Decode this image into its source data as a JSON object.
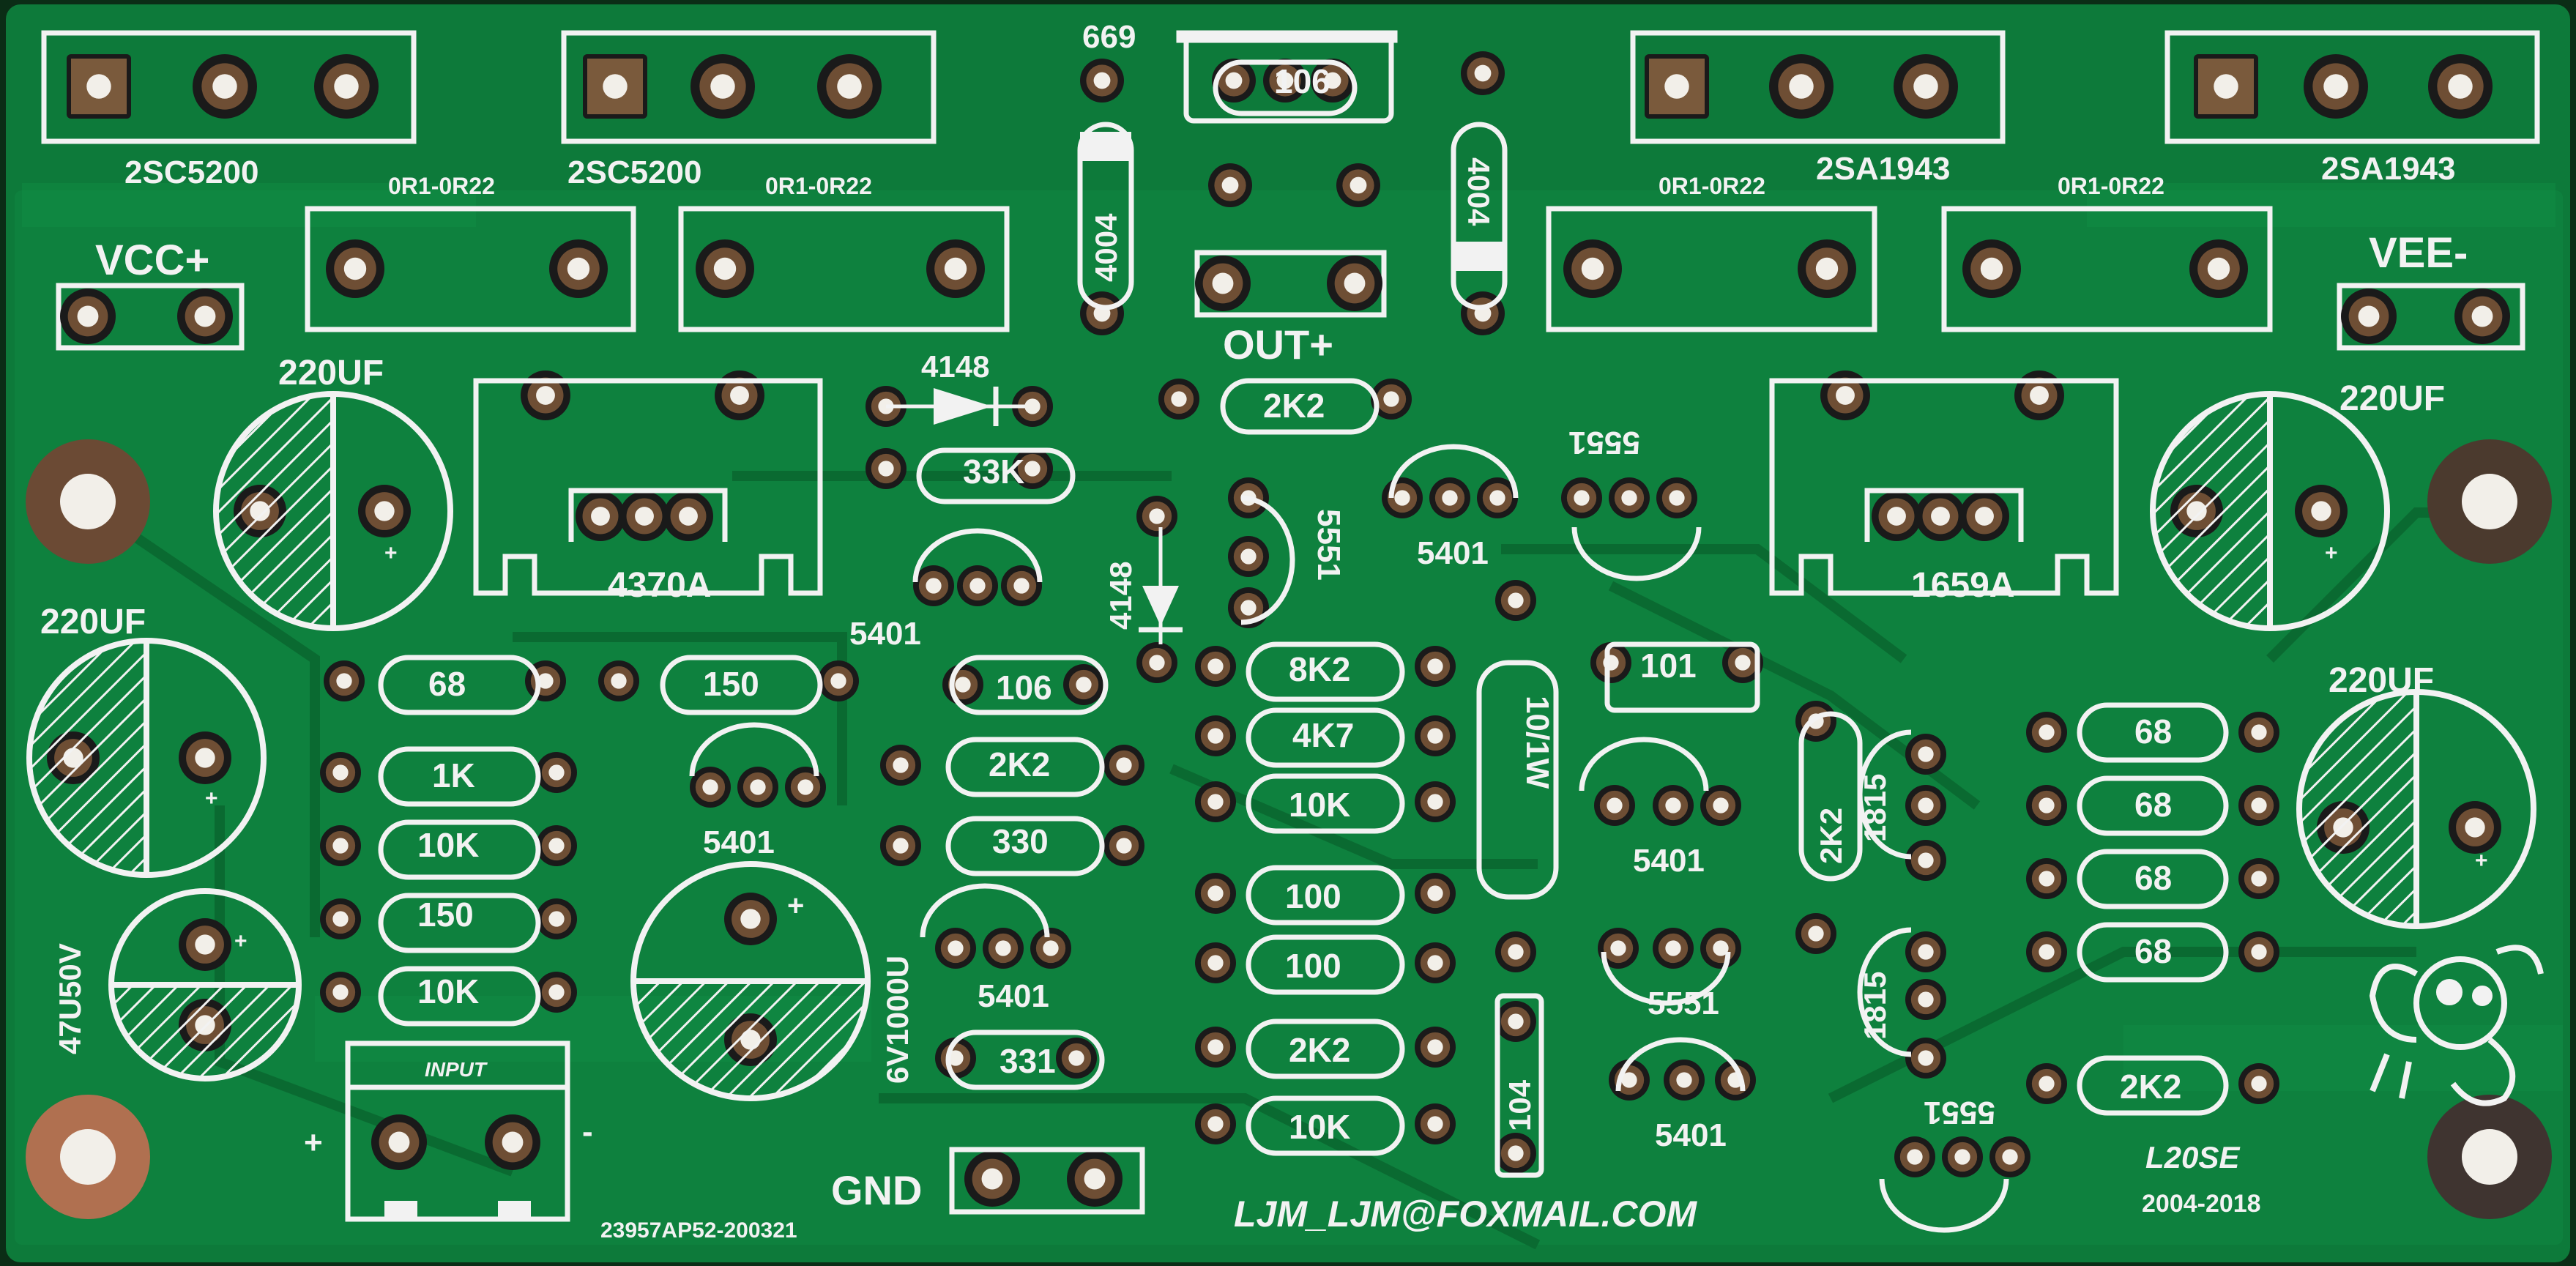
{
  "colors": {
    "board": "#0d7a3a",
    "board_dark": "#0a6a31",
    "trace": "#128a44",
    "silkscreen": "#f2f2f2",
    "pad_copper": "#7a5a3c",
    "hole": "#f2efe9"
  },
  "labels": {
    "q1": "2SC5200",
    "q2": "2SC5200",
    "q3": "2SA1943",
    "q4": "2SA1943",
    "r_emit1": "0R1-0R22",
    "r_emit2": "0R1-0R22",
    "r_emit3": "0R1-0R22",
    "r_emit4": "0R1-0R22",
    "vcc": "VCC+",
    "vee": "VEE-",
    "out": "OUT+",
    "gnd": "GND",
    "input": "INPUT",
    "input_plus": "+",
    "input_minus": "-",
    "c_top_left": "220UF",
    "c_mid_left": "220UF",
    "c_top_right": "220UF",
    "c_mid_right": "220UF",
    "c_47u": "47U50V",
    "c_1000u": "6V1000U",
    "diode_top": "4148",
    "diode_mid": "4148",
    "d4004_left": "4004",
    "d4004_right": "4004",
    "n669": "669",
    "q4370": "4370A",
    "q1659": "1659A",
    "r_106_top": "106",
    "r_2k2_top": "2K2",
    "r_33k": "33K",
    "t5551_a": "5551",
    "t5551_b": "5551",
    "t5551_c": "5551",
    "t5551_d": "5551",
    "t5401_a": "5401",
    "t5401_b": "5401",
    "t5401_c": "5401",
    "t5401_d": "5401",
    "t5401_e": "5401",
    "t5401_f": "5401",
    "t1815_a": "1815",
    "t1815_b": "1815",
    "r68_a": "68",
    "r150_a": "150",
    "r1k": "1K",
    "r10k_a": "10K",
    "r150_b": "150",
    "r10k_b": "10K",
    "r106_mid": "106",
    "r2k2_mid": "2K2",
    "r330": "330",
    "r331": "331",
    "r8k2": "8K2",
    "r4k7": "4K7",
    "r10k_c": "10K",
    "r100_a": "100",
    "r100_b": "100",
    "r2k2_low": "2K2",
    "r10k_d": "10K",
    "r10_1w": "10/1W",
    "c104": "104",
    "c101": "101",
    "r2k2_vert": "2K2",
    "r68_b": "68",
    "r68_c": "68",
    "r68_d": "68",
    "r68_e": "68",
    "r2k2_right": "2K2",
    "model": "L20SE",
    "years": "2004-2018",
    "email": "LJM_LJM@FOXMAIL.COM",
    "serial": "23957AP52-200321",
    "plus_a": "+",
    "plus_b": "+",
    "plus_c": "+",
    "plus_d": "+",
    "plus_e": "+",
    "plus_f": "+"
  }
}
